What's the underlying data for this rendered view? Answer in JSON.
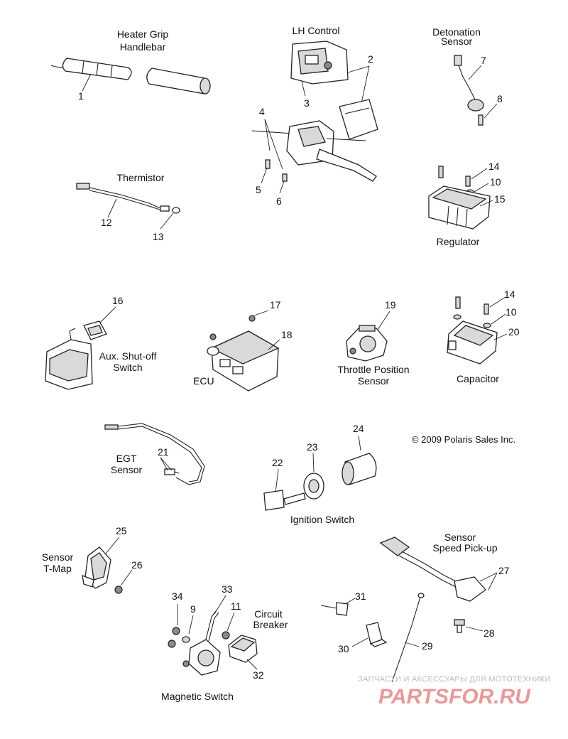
{
  "labels": {
    "heater_grip": [
      "Heater Grip",
      "Handlebar"
    ],
    "lh_control": "LH Control",
    "detonation": [
      "Detonation",
      "Sensor"
    ],
    "thermistor": "Thermistor",
    "regulator": "Regulator",
    "aux_switch": [
      "Aux. Shut-off",
      "Switch"
    ],
    "ecu": "ECU",
    "tps": [
      "Throttle Position",
      "Sensor"
    ],
    "capacitor": "Capacitor",
    "copyright": "© 2009 Polaris Sales Inc.",
    "egt": [
      "EGT",
      "Sensor"
    ],
    "ignition": "Ignition Switch",
    "speed_pickup": [
      "Sensor",
      "Speed Pick-up"
    ],
    "tmap": [
      "Sensor",
      "T-Map"
    ],
    "circuit_breaker": [
      "Circuit",
      "Breaker"
    ],
    "magnetic": "Magnetic Switch"
  },
  "callouts": {
    "c1": "1",
    "c2": "2",
    "c3": "3",
    "c4": "4",
    "c5": "5",
    "c6": "6",
    "c7": "7",
    "c8": "8",
    "c14a": "14",
    "c10a": "10",
    "c15": "15",
    "c12": "12",
    "c13": "13",
    "c16": "16",
    "c17": "17",
    "c18": "18",
    "c19": "19",
    "c14b": "14",
    "c10b": "10",
    "c20": "20",
    "c21": "21",
    "c22": "22",
    "c23": "23",
    "c24": "24",
    "c25": "25",
    "c26": "26",
    "c27": "27",
    "c28": "28",
    "c29": "29",
    "c30": "30",
    "c31": "31",
    "c32": "32",
    "c33": "33",
    "c34": "34",
    "c9": "9",
    "c11": "11"
  },
  "watermark": {
    "tagline": "ЗАПЧАСТИ И АКСЕССУАРЫ ДЛЯ МОТОТЕХНИКИ",
    "brand": "PARTSFOR.RU"
  }
}
